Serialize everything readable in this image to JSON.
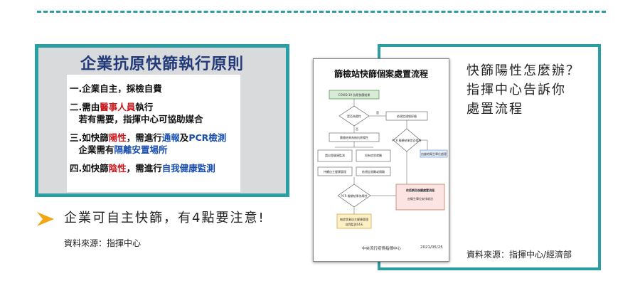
{
  "left": {
    "title": "企業抗原快篩執行原則",
    "rules": [
      {
        "parts": [
          {
            "t": "一.企業自主，採檢自費",
            "c": ""
          }
        ]
      },
      {
        "parts": [
          {
            "t": "二.需由",
            "c": ""
          },
          {
            "t": "醫事人員",
            "c": "red"
          },
          {
            "t": "執行",
            "c": ""
          }
        ]
      },
      {
        "parts": [
          {
            "t": "　若有需要，指揮中心可協助媒合",
            "c": ""
          }
        ]
      },
      {
        "parts": [
          {
            "t": "三.如快篩",
            "c": ""
          },
          {
            "t": "陽性",
            "c": "red"
          },
          {
            "t": "，需進行",
            "c": ""
          },
          {
            "t": "通報",
            "c": "blue"
          },
          {
            "t": "及",
            "c": ""
          },
          {
            "t": "PCR檢測",
            "c": "blue"
          }
        ]
      },
      {
        "parts": [
          {
            "t": "　企業需有",
            "c": ""
          },
          {
            "t": "隔離安置場所",
            "c": "blue"
          }
        ]
      },
      {
        "parts": [
          {
            "t": "四.如快篩",
            "c": ""
          },
          {
            "t": "陰性",
            "c": "red"
          },
          {
            "t": "，需進行",
            "c": ""
          },
          {
            "t": "自我健康監測",
            "c": "blue"
          }
        ]
      }
    ],
    "caption": "企業可自主快篩，有4點要注意!",
    "source": "資料來源：指揮中心"
  },
  "right": {
    "doc_title": "篩檢站快篩個案處置流程",
    "flow": {
      "start": "COVID-19 抗原快篩結果",
      "q1": "是否為陽性",
      "yes": "是",
      "no": "否",
      "pos1": "依規定通報採檢",
      "neg1": "篩檢結果為無抗原陽性",
      "q2": "PCR 檢驗結果是否陽性",
      "side": "由當地衛生單位處理",
      "left_a": "請自我健康監測",
      "left_b": "如有症狀就醫",
      "left_c": "持續自主健康管理",
      "left_d": "依規定就醫或隔離",
      "q3": "PCR 檢驗結果為陽性",
      "result": "依疫調及後續處置流程",
      "result_note": "由衛生單位安排收治",
      "bottom": "無症狀者自主健康管理",
      "bottom_note": "自我監測14天"
    },
    "doc_org": "中央流行疫情指揮中心",
    "doc_date": "2021/05/25",
    "headline": "快篩陽性怎麼辦？\n指揮中心告訴你\n處置流程",
    "source": "資料來源：指揮中心/經濟部"
  },
  "colors": {
    "teal": "#2a9fa3",
    "navy": "#233a7a",
    "orange": "#f2a515",
    "red": "#c8181e",
    "blue": "#1a4fb0"
  }
}
